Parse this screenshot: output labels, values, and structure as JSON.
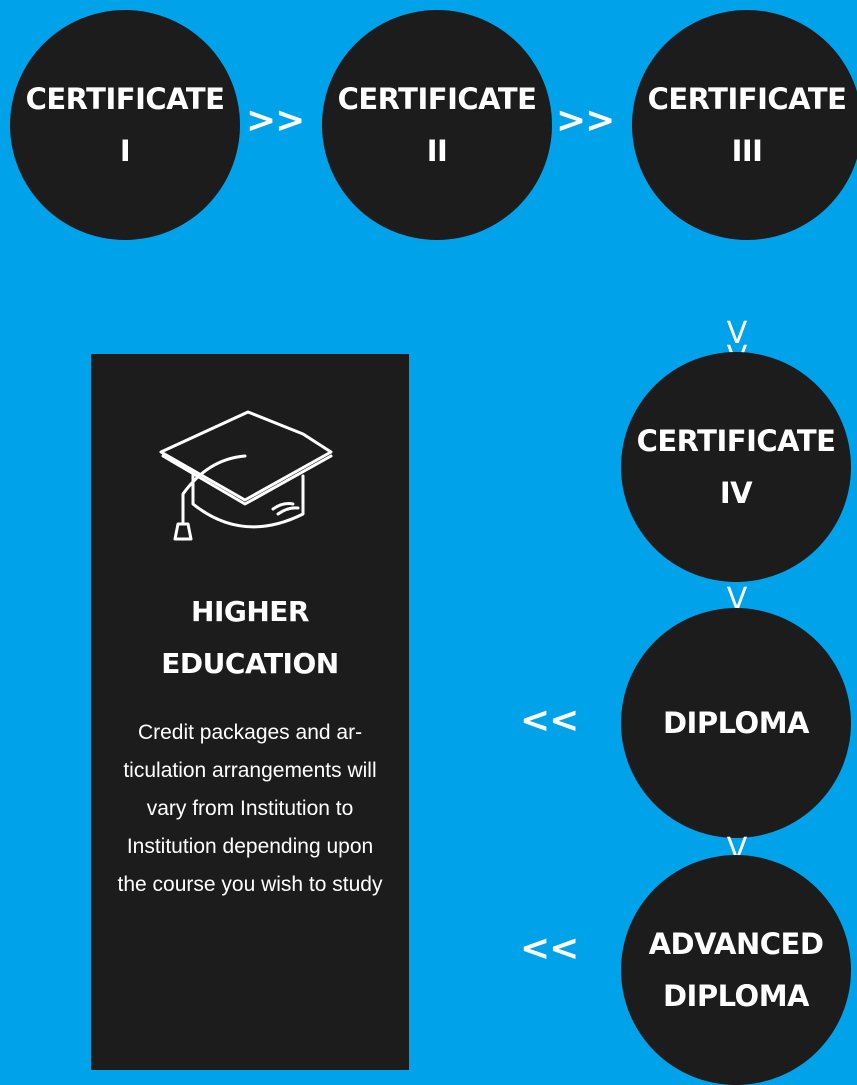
{
  "diagram": {
    "nodes": [
      {
        "id": "cert1",
        "line1": "CERTIFICATE",
        "line2": "I"
      },
      {
        "id": "cert2",
        "line1": "CERTIFICATE",
        "line2": "II"
      },
      {
        "id": "cert3",
        "line1": "CERTIFICATE",
        "line2": "III"
      },
      {
        "id": "cert4",
        "line1": "CERTIFICATE",
        "line2": "IV"
      },
      {
        "id": "diploma",
        "line1": "DIPLOMA"
      },
      {
        "id": "adv_diploma",
        "line1": "ADVANCED",
        "line2": "DIPLOMA"
      }
    ],
    "arrows": {
      "right": ">>",
      "left": "<<",
      "down": "V"
    },
    "higher_education": {
      "title_line1": "HIGHER",
      "title_line2": "EDUCATION",
      "body": "Credit packages and ar-ticulation arrangements will vary from Institution to Institution depending upon the course you wish to study",
      "icon": "graduation-cap-icon"
    },
    "colors": {
      "background": "#00a3e9",
      "node": "#1c1c1c",
      "text": "#ffffff"
    }
  }
}
